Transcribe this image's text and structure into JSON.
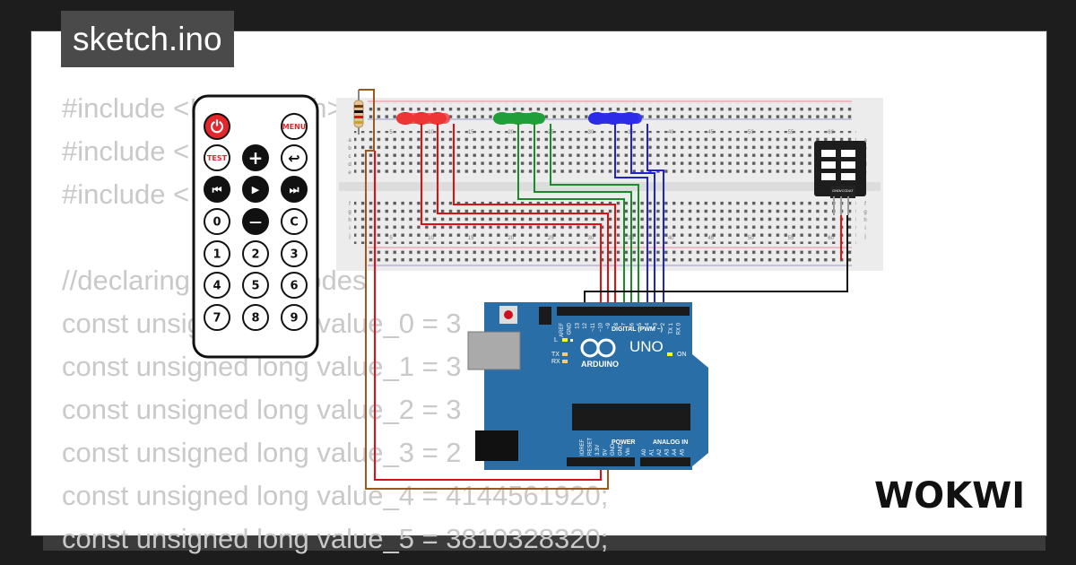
{
  "app": {
    "title": "sketch.ino",
    "brand": "WOKWI"
  },
  "code_lines": [
    "#include <IRremote.h>",
    "#include <",
    "#include <",
    "",
    "//declaring remote codes",
    "const unsigned long value_0 = 3",
    "const unsigned long value_1 = 3",
    "const unsigned long value_2 = 3",
    "const unsigned long value_3 = 2",
    "const unsigned long value_4 = 4144561920;",
    "const unsigned long value_5 = 3810328320;"
  ],
  "remote": {
    "buttons": [
      "power",
      "MENU",
      "TEST",
      "+",
      "back",
      "prev",
      "play",
      "next",
      "0",
      "−",
      "C",
      "1",
      "2",
      "3",
      "4",
      "5",
      "6",
      "7",
      "8",
      "9"
    ]
  },
  "breadboard": {
    "column_labels": [
      "5",
      "10",
      "15",
      "20",
      "25",
      "30",
      "35",
      "40",
      "45",
      "50",
      "55",
      "60"
    ],
    "row_labels_top": [
      "a",
      "b",
      "c",
      "d",
      "e"
    ],
    "row_labels_bottom": [
      "f",
      "g",
      "h",
      "i",
      "j"
    ]
  },
  "arduino": {
    "name": "UNO",
    "brand": "ARDUINO",
    "digital_label": "DIGITAL (PWM ~)",
    "power_label": "POWER",
    "analog_label": "ANALOG IN",
    "on_label": "ON",
    "led_labels": [
      "L",
      "TX",
      "RX"
    ],
    "top_pins": [
      "AREF",
      "GND",
      "13",
      "12",
      "~11",
      "~10",
      "~9",
      "8",
      "7",
      "~6",
      "~5",
      "4",
      "~3",
      "2",
      "TX 1",
      "RX 0"
    ],
    "power_pins": [
      "IOREF",
      "RESET",
      "3.3V",
      "5V",
      "GND",
      "GND",
      "Vin"
    ],
    "analog_pins": [
      "A0",
      "A1",
      "A2",
      "A3",
      "A4",
      "A5"
    ]
  },
  "ir_receiver": {
    "pins": [
      "GND",
      "VCC",
      "DAT"
    ]
  },
  "colors": {
    "background": "#1d1d1d",
    "panel": "#ffffff",
    "code_text": "#c9c9c9",
    "arduino_blue": "#2a6ea8",
    "led_red": "#e52323",
    "led_green": "#1f9e3a",
    "led_blue": "#2b2be8",
    "wire_brown": "#9a5a1e"
  }
}
